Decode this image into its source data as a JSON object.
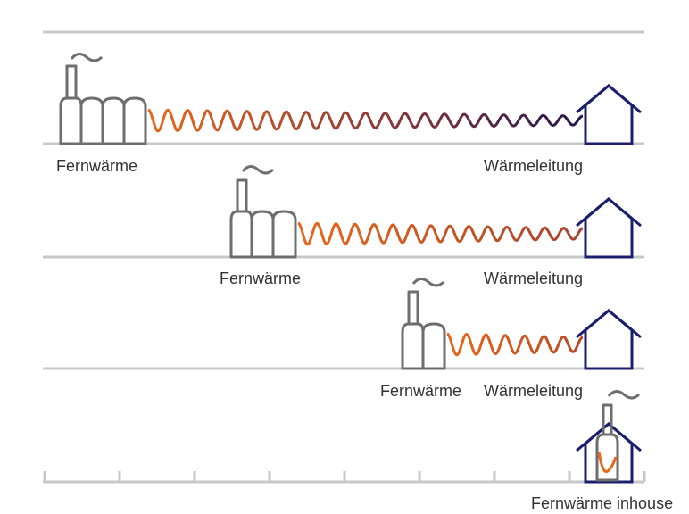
{
  "colors": {
    "line": "#c8c8c8",
    "plant": "#6e6e6e",
    "house": "#1b1f6e",
    "wave_hot": "#e8681a",
    "wave_mid": "#b0472c",
    "wave_cold": "#3d1a4d",
    "text": "#333333"
  },
  "icons": {
    "plant": "district-heating-plant-icon",
    "house": "house-icon",
    "smoke": "smoke-icon",
    "wave": "heat-wave-icon"
  },
  "rows": [
    {
      "source_label": "Fernwärme",
      "house_label": "Wärmeleitung"
    },
    {
      "source_label": "Fernwärme",
      "house_label": "Wärmeleitung"
    },
    {
      "source_label": "Fernwärme",
      "house_label": "Wärmeleitung"
    },
    {
      "source_label": "Fernwärme inhouse"
    }
  ]
}
